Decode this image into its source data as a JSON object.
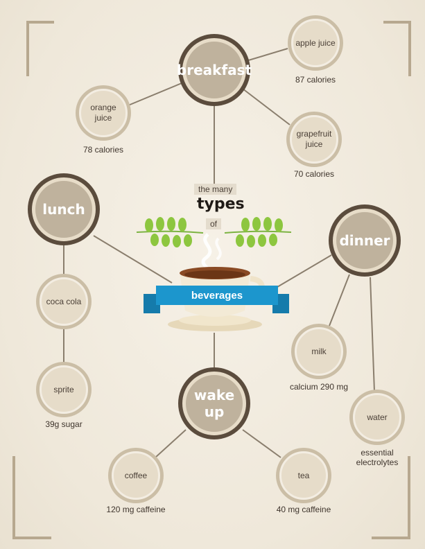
{
  "title": {
    "line1": "the many",
    "line2": "types",
    "line3": "of",
    "banner": "beverages"
  },
  "categories": [
    {
      "id": "breakfast",
      "label": "breakfast"
    },
    {
      "id": "lunch",
      "label": "lunch"
    },
    {
      "id": "dinner",
      "label": "dinner"
    },
    {
      "id": "wakeup",
      "label": "wake up"
    }
  ],
  "items": {
    "apple_juice": {
      "label": "apple juice",
      "caption": "87 calories"
    },
    "orange_juice": {
      "label": "orange juice",
      "caption": "78 calories"
    },
    "grapefruit_juice": {
      "label": "grapefruit juice",
      "caption": "70 calories"
    },
    "coca_cola": {
      "label": "coca cola",
      "caption": ""
    },
    "sprite": {
      "label": "sprite",
      "caption": "39g sugar"
    },
    "milk": {
      "label": "milk",
      "caption": "calcium 290 mg"
    },
    "water": {
      "label": "water",
      "caption": "essential electrolytes"
    },
    "coffee": {
      "label": "coffee",
      "caption": "120 mg caffeine"
    },
    "tea": {
      "label": "tea",
      "caption": "40 mg caffeine"
    }
  },
  "colors": {
    "background": "#f1ebdf",
    "node_dark_ring": "#5b4c3d",
    "node_fill": "#bfb29d",
    "banner": "#1c96cd",
    "leaf": "#8dc63f"
  }
}
